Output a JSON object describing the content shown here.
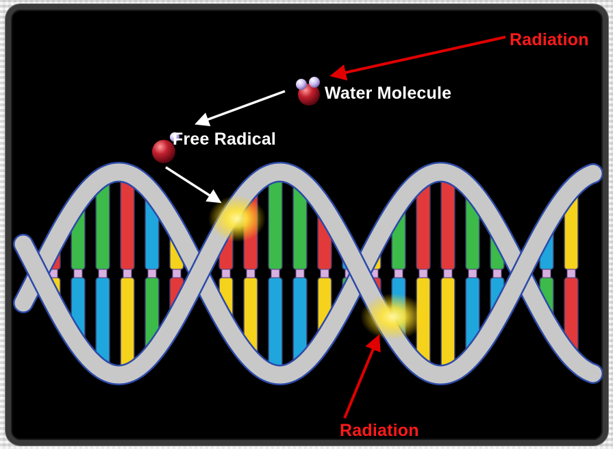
{
  "labels": {
    "radiation_top": "Radiation",
    "water_molecule": "Water Molecule",
    "free_radical": "Free Radical",
    "radiation_bottom": "Radiation"
  },
  "colors": {
    "background": "#000000",
    "backbone": "#c8c8c8",
    "backbone_outline": "#2c4aa8",
    "radiation_arrow": "#e00000",
    "pathway_arrow": "#ffffff",
    "damage_glow": "#ffe63a",
    "molecule": "#c21f2e",
    "hydrogen": "#c9b8f0",
    "base_red": "#e23a3a",
    "base_yellow": "#f5d21c",
    "base_green": "#3cba4a",
    "base_blue": "#1fa6dd"
  },
  "icons": {
    "water_molecule": "water-molecule-icon",
    "free_radical": "free-radical-icon"
  }
}
